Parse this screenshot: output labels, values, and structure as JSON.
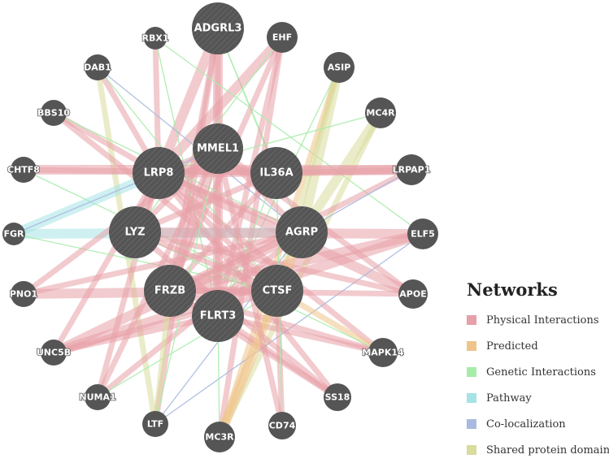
{
  "legend": {
    "title": "Networks",
    "items": [
      {
        "label": "Physical Interactions",
        "color": "#e8a0a8"
      },
      {
        "label": "Predicted",
        "color": "#efc48a"
      },
      {
        "label": "Genetic Interactions",
        "color": "#a8ecaa"
      },
      {
        "label": "Pathway",
        "color": "#a6e3e6"
      },
      {
        "label": "Co-localization",
        "color": "#a9b9e0"
      },
      {
        "label": "Shared protein domains",
        "color": "#d8dc9c"
      }
    ]
  },
  "nodes": [
    {
      "id": "ADGRL3",
      "label": "ADGRL3",
      "kind": "query"
    },
    {
      "id": "MMEL1",
      "label": "MMEL1",
      "kind": "query"
    },
    {
      "id": "LRP8",
      "label": "LRP8",
      "kind": "query"
    },
    {
      "id": "IL36A",
      "label": "IL36A",
      "kind": "query"
    },
    {
      "id": "LYZ",
      "label": "LYZ",
      "kind": "query"
    },
    {
      "id": "AGRP",
      "label": "AGRP",
      "kind": "query"
    },
    {
      "id": "FRZB",
      "label": "FRZB",
      "kind": "query"
    },
    {
      "id": "CTSF",
      "label": "CTSF",
      "kind": "query"
    },
    {
      "id": "FLRT3",
      "label": "FLRT3",
      "kind": "query"
    },
    {
      "id": "RBX1",
      "label": "RBX1",
      "kind": "related"
    },
    {
      "id": "EHF",
      "label": "EHF",
      "kind": "related"
    },
    {
      "id": "DAB1",
      "label": "DAB1",
      "kind": "related"
    },
    {
      "id": "ASIP",
      "label": "ASIP",
      "kind": "related"
    },
    {
      "id": "BBS10",
      "label": "BBS10",
      "kind": "related"
    },
    {
      "id": "MC4R",
      "label": "MC4R",
      "kind": "related"
    },
    {
      "id": "CHTF8",
      "label": "CHTF8",
      "kind": "related"
    },
    {
      "id": "LRPAP1",
      "label": "LRPAP1",
      "kind": "related"
    },
    {
      "id": "FGR",
      "label": "FGR",
      "kind": "related"
    },
    {
      "id": "ELF5",
      "label": "ELF5",
      "kind": "related"
    },
    {
      "id": "PNO1",
      "label": "PNO1",
      "kind": "related"
    },
    {
      "id": "APOE",
      "label": "APOE",
      "kind": "related"
    },
    {
      "id": "UNC5B",
      "label": "UNC5B",
      "kind": "related"
    },
    {
      "id": "MAPK14",
      "label": "MAPK14",
      "kind": "related"
    },
    {
      "id": "NUMA1",
      "label": "NUMA1",
      "kind": "related"
    },
    {
      "id": "SS18",
      "label": "SS18",
      "kind": "related"
    },
    {
      "id": "LTF",
      "label": "LTF",
      "kind": "related"
    },
    {
      "id": "MC3R",
      "label": "MC3R",
      "kind": "related"
    },
    {
      "id": "CD74",
      "label": "CD74",
      "kind": "related"
    }
  ],
  "edges": [
    {
      "a": "ADGRL3",
      "b": "LYZ",
      "type": "physical",
      "w": 3
    },
    {
      "a": "ADGRL3",
      "b": "FRZB",
      "type": "physical",
      "w": 2
    },
    {
      "a": "ADGRL3",
      "b": "FLRT3",
      "type": "physical",
      "w": 3
    },
    {
      "a": "ADGRL3",
      "b": "MMEL1",
      "type": "physical",
      "w": 2
    },
    {
      "a": "ADGRL3",
      "b": "LTF",
      "type": "physical",
      "w": 2
    },
    {
      "a": "ADGRL3",
      "b": "AGRP",
      "type": "genetic",
      "w": 1
    },
    {
      "a": "ADGRL3",
      "b": "IL36A",
      "type": "genetic",
      "w": 1
    },
    {
      "a": "EHF",
      "b": "LRP8",
      "type": "physical",
      "w": 3
    },
    {
      "a": "EHF",
      "b": "FRZB",
      "type": "physical",
      "w": 2
    },
    {
      "a": "EHF",
      "b": "MC3R",
      "type": "physical",
      "w": 2
    },
    {
      "a": "EHF",
      "b": "FLRT3",
      "type": "physical",
      "w": 2
    },
    {
      "a": "EHF",
      "b": "LYZ",
      "type": "genetic",
      "w": 1
    },
    {
      "a": "RBX1",
      "b": "LRP8",
      "type": "physical",
      "w": 2
    },
    {
      "a": "RBX1",
      "b": "FLRT3",
      "type": "genetic",
      "w": 1
    },
    {
      "a": "RBX1",
      "b": "ELF5",
      "type": "genetic",
      "w": 1
    },
    {
      "a": "DAB1",
      "b": "LRP8",
      "type": "physical",
      "w": 2
    },
    {
      "a": "DAB1",
      "b": "LTF",
      "type": "shared",
      "w": 2
    },
    {
      "a": "DAB1",
      "b": "CTSF",
      "type": "genetic",
      "w": 1
    },
    {
      "a": "DAB1",
      "b": "AGRP",
      "type": "coloc",
      "w": 1
    },
    {
      "a": "ASIP",
      "b": "AGRP",
      "type": "shared",
      "w": 3
    },
    {
      "a": "ASIP",
      "b": "MC3R",
      "type": "predicted",
      "w": 2
    },
    {
      "a": "ASIP",
      "b": "CTSF",
      "type": "shared",
      "w": 2
    },
    {
      "a": "ASIP",
      "b": "FLRT3",
      "type": "genetic",
      "w": 1
    },
    {
      "a": "MC4R",
      "b": "AGRP",
      "type": "shared",
      "w": 3
    },
    {
      "a": "MC4R",
      "b": "MC3R",
      "type": "shared",
      "w": 2
    },
    {
      "a": "MC4R",
      "b": "LRP8",
      "type": "genetic",
      "w": 1
    },
    {
      "a": "BBS10",
      "b": "LRP8",
      "type": "physical",
      "w": 2
    },
    {
      "a": "BBS10",
      "b": "CTSF",
      "type": "physical",
      "w": 2
    },
    {
      "a": "BBS10",
      "b": "AGRP",
      "type": "genetic",
      "w": 1
    },
    {
      "a": "CHTF8",
      "b": "LRPAP1",
      "type": "physical",
      "w": 3
    },
    {
      "a": "CHTF8",
      "b": "IL36A",
      "type": "physical",
      "w": 2
    },
    {
      "a": "CHTF8",
      "b": "CTSF",
      "type": "genetic",
      "w": 1
    },
    {
      "a": "LRP8",
      "b": "LRPAP1",
      "type": "physical",
      "w": 3
    },
    {
      "a": "LRP8",
      "b": "APOE",
      "type": "physical",
      "w": 3
    },
    {
      "a": "LRP8",
      "b": "AGRP",
      "type": "physical",
      "w": 2
    },
    {
      "a": "LRP8",
      "b": "FGR",
      "type": "pathway",
      "w": 3
    },
    {
      "a": "LRP8",
      "b": "CTSF",
      "type": "physical",
      "w": 2
    },
    {
      "a": "LRP8",
      "b": "MAPK14",
      "type": "physical",
      "w": 2
    },
    {
      "a": "LRP8",
      "b": "SS18",
      "type": "physical",
      "w": 2
    },
    {
      "a": "LRP8",
      "b": "NUMA1",
      "type": "physical",
      "w": 2
    },
    {
      "a": "LRP8",
      "b": "UNC5B",
      "type": "physical",
      "w": 2
    },
    {
      "a": "LRP8",
      "b": "MMEL1",
      "type": "physical",
      "w": 2
    },
    {
      "a": "IL36A",
      "b": "LRPAP1",
      "type": "physical",
      "w": 2
    },
    {
      "a": "IL36A",
      "b": "FRZB",
      "type": "physical",
      "w": 2
    },
    {
      "a": "IL36A",
      "b": "LYZ",
      "type": "physical",
      "w": 2
    },
    {
      "a": "IL36A",
      "b": "FLRT3",
      "type": "genetic",
      "w": 1
    },
    {
      "a": "FGR",
      "b": "AGRP",
      "type": "pathway",
      "w": 3
    },
    {
      "a": "FGR",
      "b": "MMEL1",
      "type": "coloc",
      "w": 1
    },
    {
      "a": "FGR",
      "b": "CTSF",
      "type": "genetic",
      "w": 1
    },
    {
      "a": "ELF5",
      "b": "LYZ",
      "type": "physical",
      "w": 3
    },
    {
      "a": "ELF5",
      "b": "FRZB",
      "type": "physical",
      "w": 3
    },
    {
      "a": "ELF5",
      "b": "UNC5B",
      "type": "physical",
      "w": 3
    },
    {
      "a": "ELF5",
      "b": "LTF",
      "type": "coloc",
      "w": 1
    },
    {
      "a": "PNO1",
      "b": "CTSF",
      "type": "physical",
      "w": 3
    },
    {
      "a": "PNO1",
      "b": "MMEL1",
      "type": "physical",
      "w": 2
    },
    {
      "a": "PNO1",
      "b": "AGRP",
      "type": "physical",
      "w": 2
    },
    {
      "a": "APOE",
      "b": "LYZ",
      "type": "physical",
      "w": 2
    },
    {
      "a": "APOE",
      "b": "MMEL1",
      "type": "physical",
      "w": 2
    },
    {
      "a": "APOE",
      "b": "FRZB",
      "type": "physical",
      "w": 2
    },
    {
      "a": "UNC5B",
      "b": "AGRP",
      "type": "physical",
      "w": 3
    },
    {
      "a": "UNC5B",
      "b": "CTSF",
      "type": "physical",
      "w": 2
    },
    {
      "a": "UNC5B",
      "b": "FLRT3",
      "type": "physical",
      "w": 2
    },
    {
      "a": "MAPK14",
      "b": "CTSF",
      "type": "predicted",
      "w": 2
    },
    {
      "a": "MAPK14",
      "b": "FRZB",
      "type": "physical",
      "w": 2
    },
    {
      "a": "MAPK14",
      "b": "FLRT3",
      "type": "physical",
      "w": 2
    },
    {
      "a": "MAPK14",
      "b": "LYZ",
      "type": "genetic",
      "w": 1
    },
    {
      "a": "NUMA1",
      "b": "AGRP",
      "type": "physical",
      "w": 2
    },
    {
      "a": "NUMA1",
      "b": "MMEL1",
      "type": "physical",
      "w": 2
    },
    {
      "a": "NUMA1",
      "b": "CTSF",
      "type": "genetic",
      "w": 1
    },
    {
      "a": "SS18",
      "b": "LYZ",
      "type": "physical",
      "w": 2
    },
    {
      "a": "SS18",
      "b": "FRZB",
      "type": "physical",
      "w": 2
    },
    {
      "a": "SS18",
      "b": "FLRT3",
      "type": "physical",
      "w": 2
    },
    {
      "a": "LTF",
      "b": "FRZB",
      "type": "shared",
      "w": 2
    },
    {
      "a": "LTF",
      "b": "MMEL1",
      "type": "genetic",
      "w": 1
    },
    {
      "a": "LTF",
      "b": "AGRP",
      "type": "coloc",
      "w": 1
    },
    {
      "a": "MC3R",
      "b": "AGRP",
      "type": "predicted",
      "w": 3
    },
    {
      "a": "MC3R",
      "b": "CTSF",
      "type": "predicted",
      "w": 2
    },
    {
      "a": "MC3R",
      "b": "FLRT3",
      "type": "genetic",
      "w": 1
    },
    {
      "a": "CD74",
      "b": "CTSF",
      "type": "physical",
      "w": 2
    },
    {
      "a": "CD74",
      "b": "MMEL1",
      "type": "physical",
      "w": 2
    },
    {
      "a": "CD74",
      "b": "IL36A",
      "type": "genetic",
      "w": 1
    },
    {
      "a": "MMEL1",
      "b": "FRZB",
      "type": "physical",
      "w": 3
    },
    {
      "a": "MMEL1",
      "b": "AGRP",
      "type": "physical",
      "w": 2
    },
    {
      "a": "MMEL1",
      "b": "LYZ",
      "type": "physical",
      "w": 2
    },
    {
      "a": "MMEL1",
      "b": "FLRT3",
      "type": "physical",
      "w": 2
    },
    {
      "a": "LYZ",
      "b": "CTSF",
      "type": "physical",
      "w": 2
    },
    {
      "a": "FRZB",
      "b": "CTSF",
      "type": "physical",
      "w": 2
    },
    {
      "a": "FRZB",
      "b": "AGRP",
      "type": "physical",
      "w": 2
    },
    {
      "a": "LRPAP1",
      "b": "FRZB",
      "type": "physical",
      "w": 2
    },
    {
      "a": "LRPAP1",
      "b": "AGRP",
      "type": "coloc",
      "w": 1
    }
  ],
  "edge_colors": {
    "physical": "#e8a0a8",
    "predicted": "#efc48a",
    "genetic": "#a8ecaa",
    "pathway": "#a6e3e6",
    "coloc": "#a9b9e0",
    "shared": "#d8dc9c"
  },
  "node_color": "#555555"
}
